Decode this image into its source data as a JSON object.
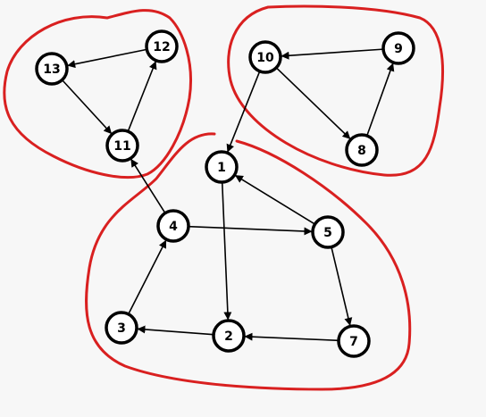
{
  "diagram": {
    "type": "directed-graph",
    "node_style": {
      "fill": "#ffffff",
      "stroke": "#000000"
    },
    "edge_color": "#000000",
    "group_outline_color": "#d92020",
    "nodes": [
      {
        "id": "1",
        "label": "1"
      },
      {
        "id": "2",
        "label": "2"
      },
      {
        "id": "3",
        "label": "3"
      },
      {
        "id": "4",
        "label": "4"
      },
      {
        "id": "5",
        "label": "5"
      },
      {
        "id": "7",
        "label": "7"
      },
      {
        "id": "8",
        "label": "8"
      },
      {
        "id": "9",
        "label": "9"
      },
      {
        "id": "10",
        "label": "10"
      },
      {
        "id": "11",
        "label": "11"
      },
      {
        "id": "12",
        "label": "12"
      },
      {
        "id": "13",
        "label": "13"
      }
    ],
    "edges": [
      {
        "from": "13",
        "to": "11"
      },
      {
        "from": "11",
        "to": "12"
      },
      {
        "from": "12",
        "to": "13"
      },
      {
        "from": "9",
        "to": "10"
      },
      {
        "from": "10",
        "to": "8"
      },
      {
        "from": "8",
        "to": "9"
      },
      {
        "from": "10",
        "to": "1"
      },
      {
        "from": "4",
        "to": "11"
      },
      {
        "from": "1",
        "to": "2"
      },
      {
        "from": "4",
        "to": "5"
      },
      {
        "from": "5",
        "to": "1"
      },
      {
        "from": "5",
        "to": "7"
      },
      {
        "from": "7",
        "to": "2"
      },
      {
        "from": "2",
        "to": "3"
      },
      {
        "from": "3",
        "to": "4"
      }
    ],
    "groups": [
      {
        "id": "scc-11-12-13",
        "members": [
          "11",
          "12",
          "13"
        ]
      },
      {
        "id": "scc-8-9-10",
        "members": [
          "8",
          "9",
          "10"
        ]
      },
      {
        "id": "scc-1-2-3-4-5-7",
        "members": [
          "1",
          "2",
          "3",
          "4",
          "5",
          "7"
        ]
      }
    ]
  }
}
